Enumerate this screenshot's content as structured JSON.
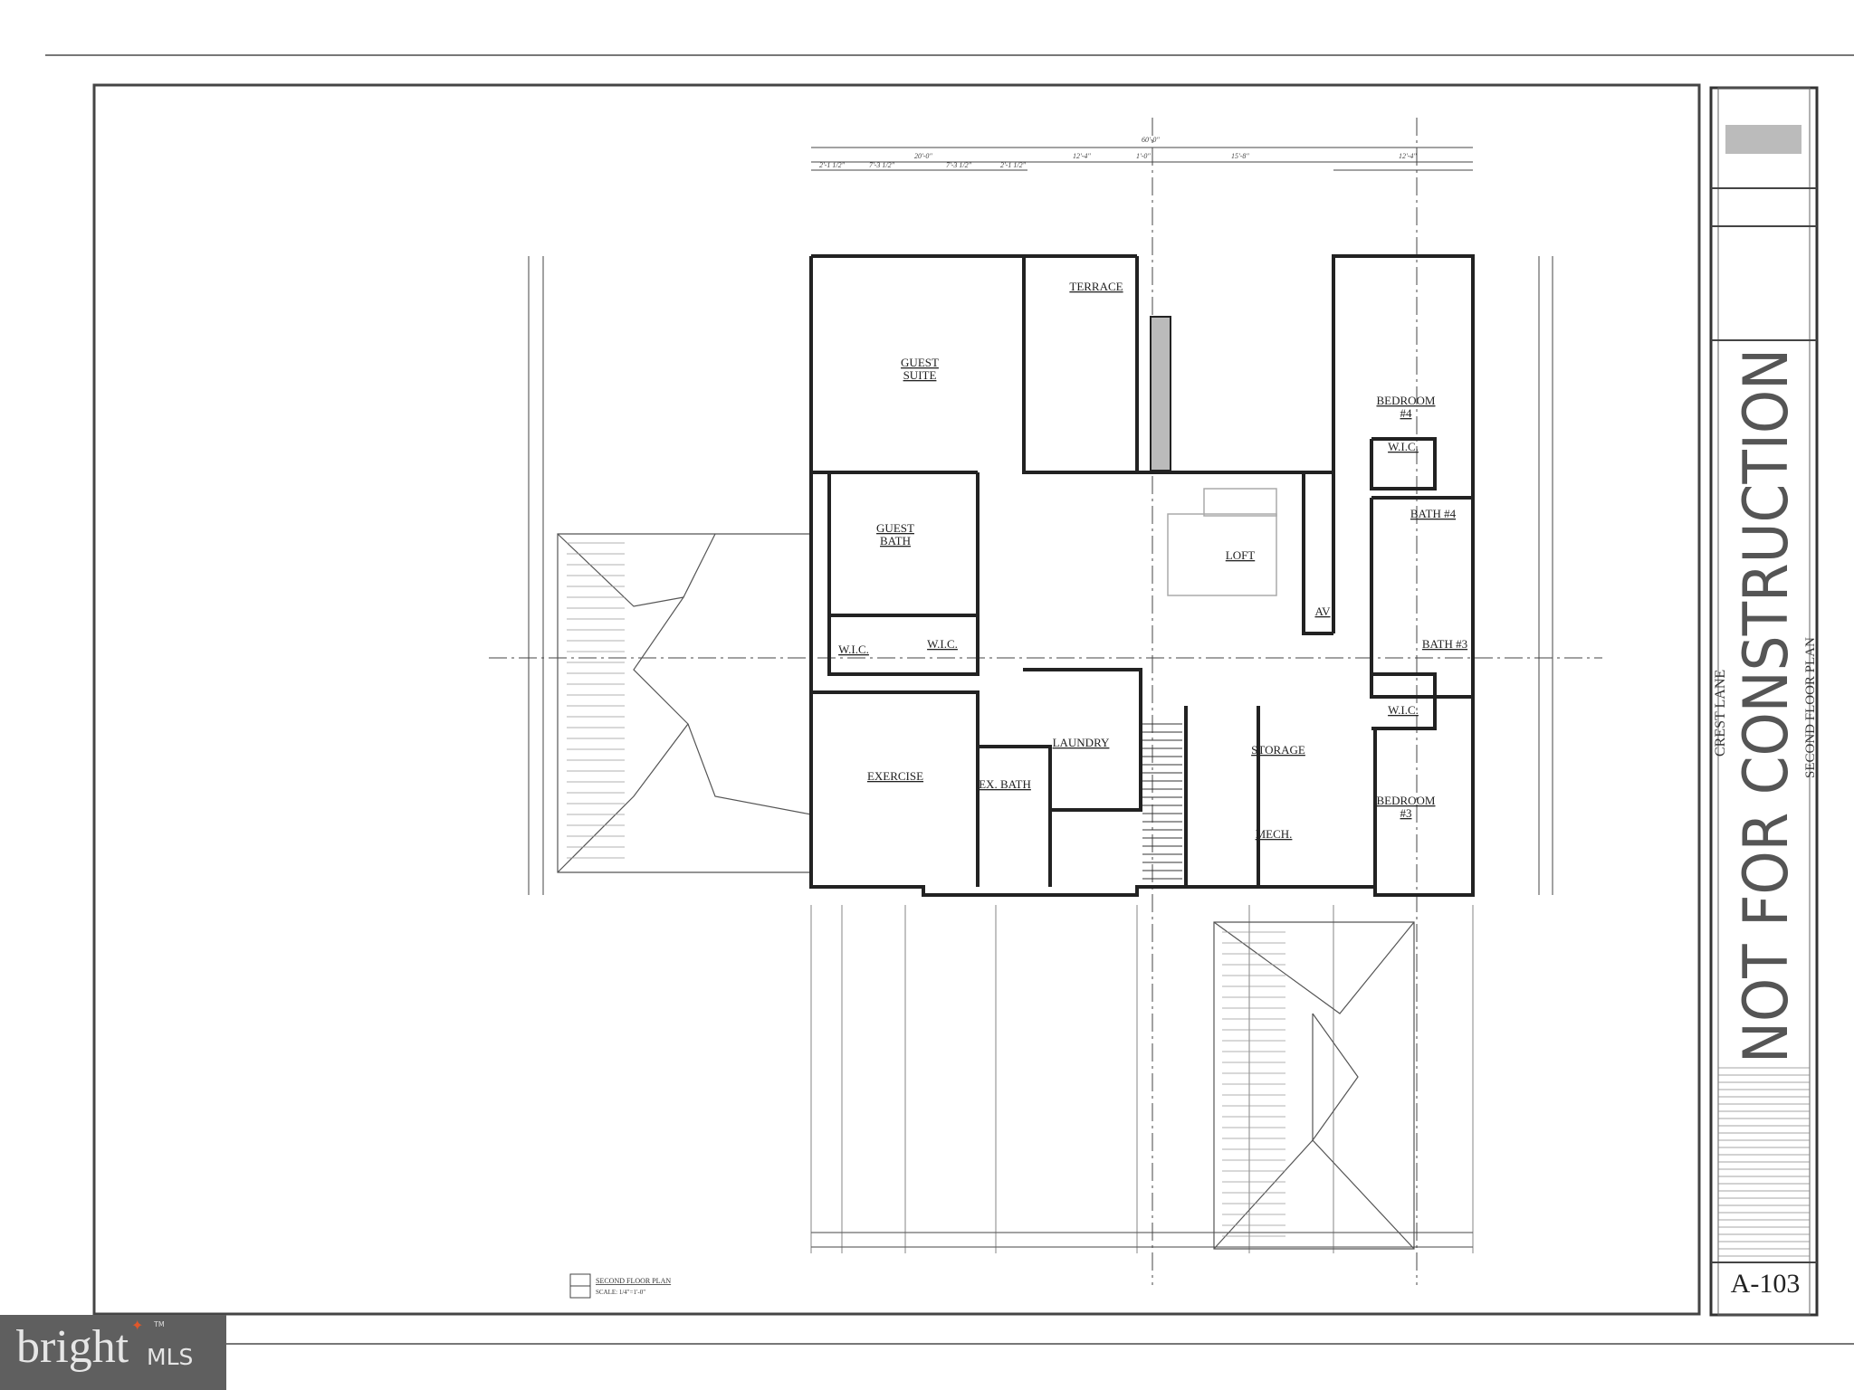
{
  "sheet": {
    "project": "CREST LANE",
    "sheet_title": "SECOND FLOOR PLAN",
    "watermark": "NOT FOR CONSTRUCTION",
    "sheet_number": "A-103",
    "drawing_label": "SECOND FLOOR PLAN",
    "drawing_scale": "SCALE: 1/4\"=1'-0\""
  },
  "rooms": [
    {
      "name": "GUEST",
      "line2": "SUITE"
    },
    {
      "name": "TERRACE",
      "line2": ""
    },
    {
      "name": "BEDROOM",
      "line2": "#4"
    },
    {
      "name": "GUEST",
      "line2": "BATH"
    },
    {
      "name": "LOFT",
      "line2": ""
    },
    {
      "name": "W.I.C.",
      "line2": ""
    },
    {
      "name": "W.I.C.",
      "line2": ""
    },
    {
      "name": "W.I.C.",
      "line2": ""
    },
    {
      "name": "BATH #4",
      "line2": ""
    },
    {
      "name": "AV",
      "line2": ""
    },
    {
      "name": "BATH #3",
      "line2": ""
    },
    {
      "name": "W.I.C.",
      "line2": ""
    },
    {
      "name": "LAUNDRY",
      "line2": ""
    },
    {
      "name": "STORAGE",
      "line2": ""
    },
    {
      "name": "EXERCISE",
      "line2": ""
    },
    {
      "name": "EX. BATH",
      "line2": ""
    },
    {
      "name": "MECH.",
      "line2": ""
    },
    {
      "name": "BEDROOM",
      "line2": "#3"
    }
  ],
  "dimensions": {
    "overall_top": "60'-0\"",
    "top_segments": [
      "20'-0\"",
      "12'-4\"",
      "1'-0\"",
      "15'-8\"",
      "12'-4\""
    ],
    "top_sub": [
      "2'-1 1/2\"",
      "7'-3 1/2\"",
      "7'-3 1/2\"",
      "2'-1 1/2\""
    ]
  },
  "logo": {
    "brand": "bright",
    "suffix": "MLS",
    "tm": "TM",
    "accent": "#e0572a"
  }
}
